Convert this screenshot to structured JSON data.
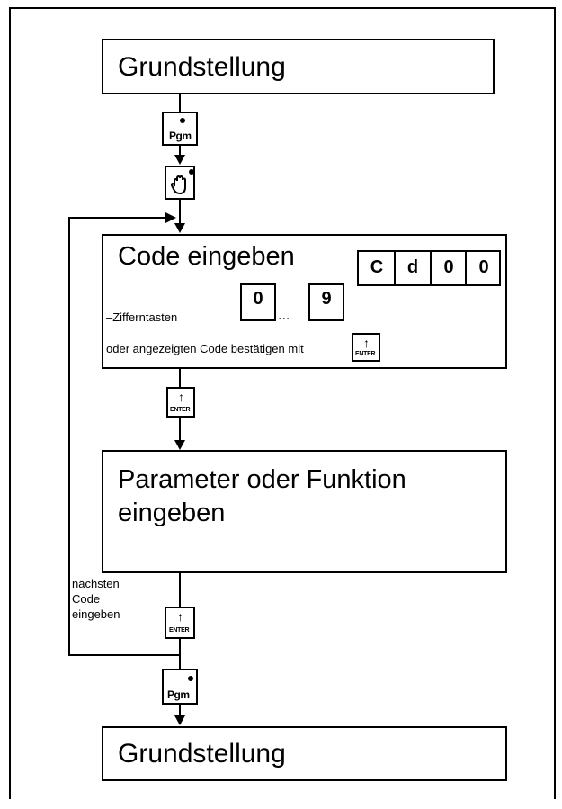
{
  "diagram": {
    "start_state": "Grundstellung",
    "end_state": "Grundstellung",
    "code_box": {
      "title": "Code eingeben",
      "display_chars": [
        "C",
        "d",
        "0",
        "0"
      ],
      "digits_label": "–Zifferntasten",
      "digit_first": "0",
      "digit_ellipsis": "...",
      "digit_last": "9",
      "confirm_text": "oder angezeigten Code bestätigen mit"
    },
    "param_box": {
      "line1": "Parameter oder Funktion",
      "line2": "eingeben"
    },
    "loop_label": {
      "line1": "nächsten",
      "line2": "Code",
      "line3": "eingeben"
    },
    "keys": {
      "pgm": "Pgm",
      "enter": "ENTER",
      "enter_arrow": "↑",
      "hand_icon": "hand-stop-icon"
    }
  }
}
